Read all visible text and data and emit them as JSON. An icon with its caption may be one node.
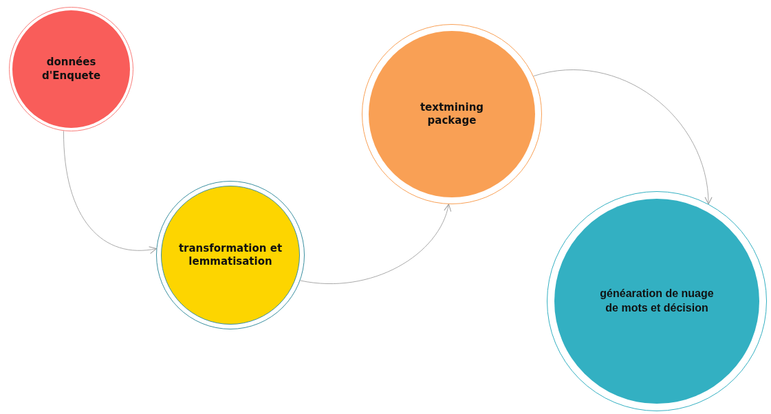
{
  "diagram": {
    "nodes": [
      {
        "text": [
          "données d'Enquete"
        ]
      },
      {
        "text": [
          "transformation et lemmatisation"
        ]
      },
      {
        "text": [
          "textmining package"
        ]
      },
      {
        "text": [
          "généaration de nuage de mots et décision"
        ]
      }
    ],
    "edges": [
      {
        "from": 0,
        "to": 1,
        "arrow": "to"
      },
      {
        "from": 1,
        "to": 2,
        "arrow": "to"
      },
      {
        "from": 2,
        "to": 3,
        "arrow": "to"
      }
    ]
  }
}
